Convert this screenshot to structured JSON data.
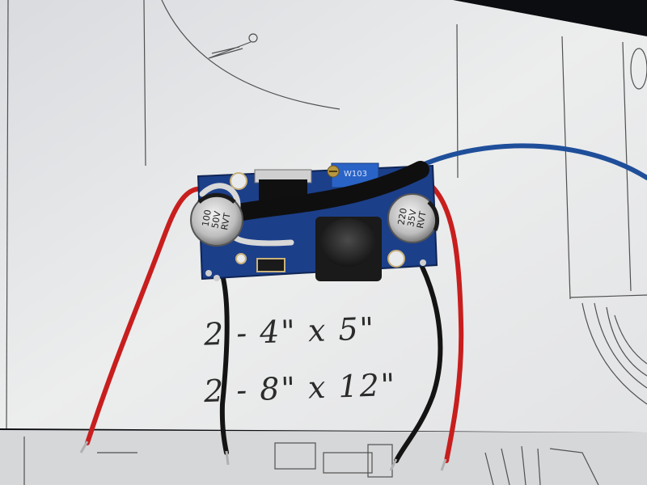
{
  "photo": {
    "handwritten_notes": [
      "2 - 4\" x 5\"",
      "2 - 8\" x 12\""
    ],
    "capacitor_left": {
      "line1": "100",
      "line2": "50V",
      "line3": "RVT"
    },
    "capacitor_right": {
      "line1": "220",
      "line2": "35V",
      "line3": "RVT"
    },
    "potentiometer_label": "W103",
    "wire_colors": {
      "red": "#c81e1e",
      "black": "#141414",
      "blue": "#1f4f9a",
      "white": "#d8d8d8"
    },
    "board_color": "#1c3f8a",
    "paper_color": "#e9eaec"
  }
}
